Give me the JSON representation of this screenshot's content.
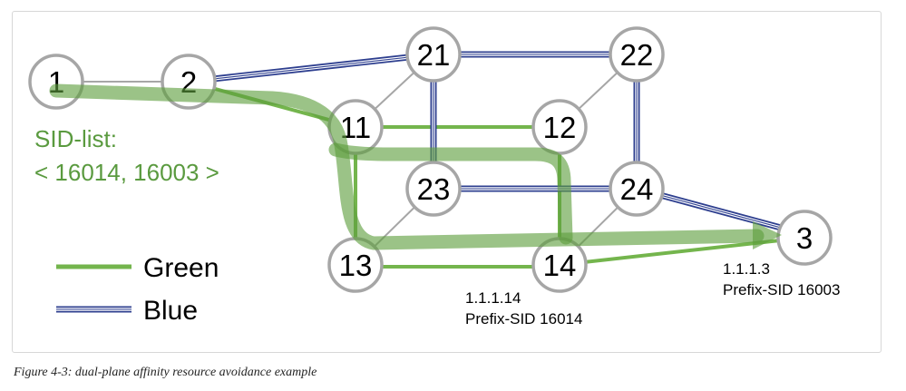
{
  "nodes": {
    "n1": "1",
    "n2": "2",
    "n21": "21",
    "n22": "22",
    "n11": "11",
    "n12": "12",
    "n23": "23",
    "n24": "24",
    "n13": "13",
    "n14": "14",
    "n3": "3"
  },
  "sid_list": {
    "line1": "SID-list:",
    "line2": "< 16014, 16003 >"
  },
  "legend": {
    "green": "Green",
    "blue": "Blue"
  },
  "annotations": {
    "node14_address": "1.1.1.14",
    "node14_sid": "Prefix-SID 16014",
    "node3_address": "1.1.1.3",
    "node3_sid": "Prefix-SID 16003"
  },
  "caption": "Figure 4-3: dual-plane affinity resource avoidance example",
  "colors": {
    "green": "#74b54d",
    "blue": "#2e3f8f",
    "node_border": "#a6a6a6",
    "sid_text": "#5a9a3f"
  }
}
